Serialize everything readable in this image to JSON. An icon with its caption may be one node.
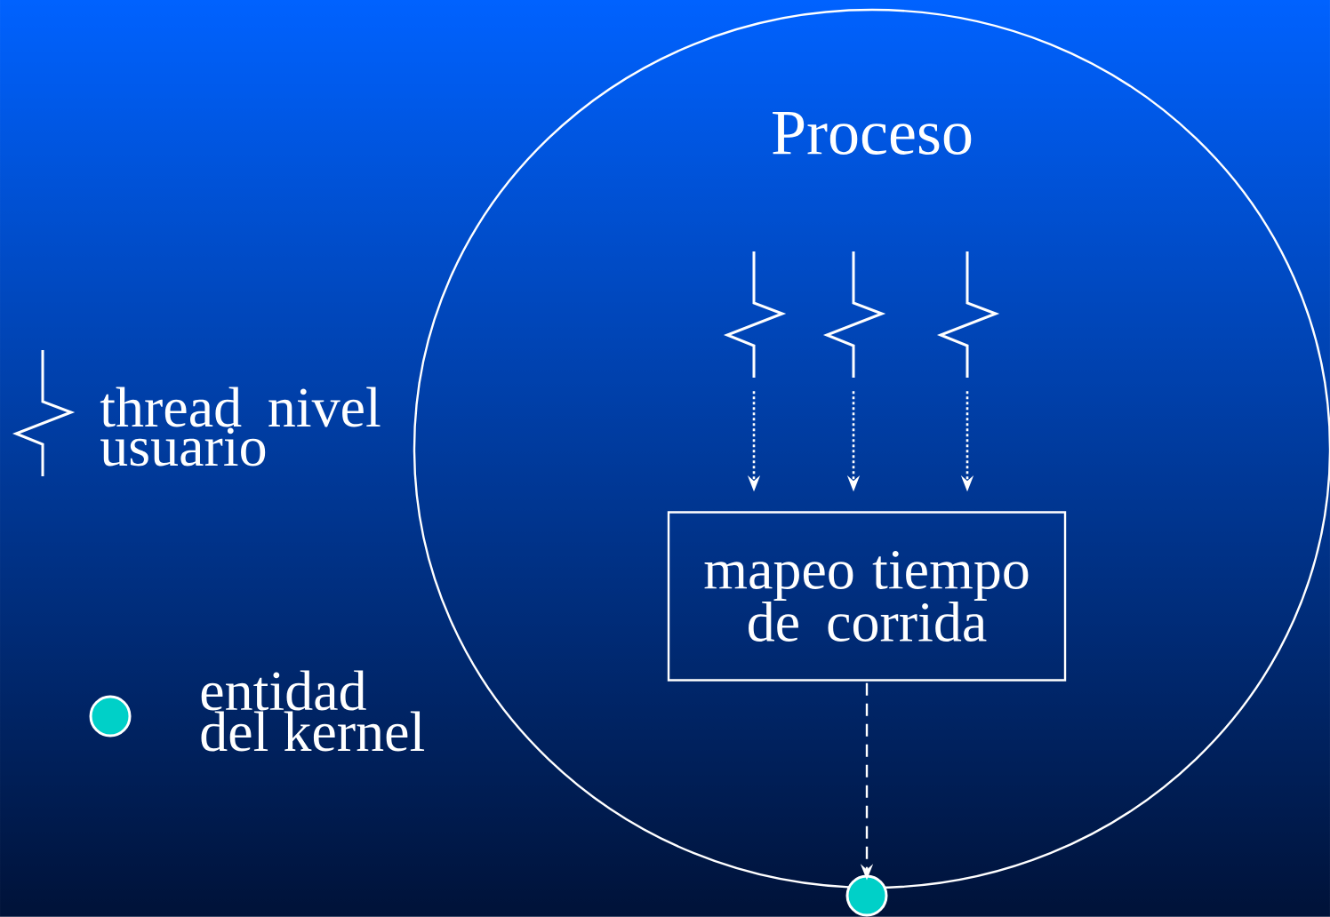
{
  "diagram": {
    "nodes": [
      {
        "text": [
          "Proceso"
        ]
      },
      {
        "text": [],
        "shape": "zigzag",
        "in": 0
      },
      {
        "text": [],
        "shape": "zigzag",
        "in": 0
      },
      {
        "text": [],
        "shape": "zigzag",
        "in": 0
      },
      {
        "text": [
          "mapeo tiempo de corrida"
        ],
        "in": 0
      },
      {
        "text": [],
        "shape": "circle"
      }
    ],
    "edges": [
      {
        "from": 1,
        "to": 4,
        "arrow": "to"
      },
      {
        "from": 2,
        "to": 4,
        "arrow": "to"
      },
      {
        "from": 3,
        "to": 4,
        "arrow": "to"
      },
      {
        "from": 4,
        "to": 5,
        "arrow": "to",
        "style": "dashed"
      }
    ],
    "legend": [
      {
        "text": "thread nivel usuario"
      },
      {
        "text": "entidad del kernel",
        "color": "#00d0c8"
      }
    ]
  }
}
